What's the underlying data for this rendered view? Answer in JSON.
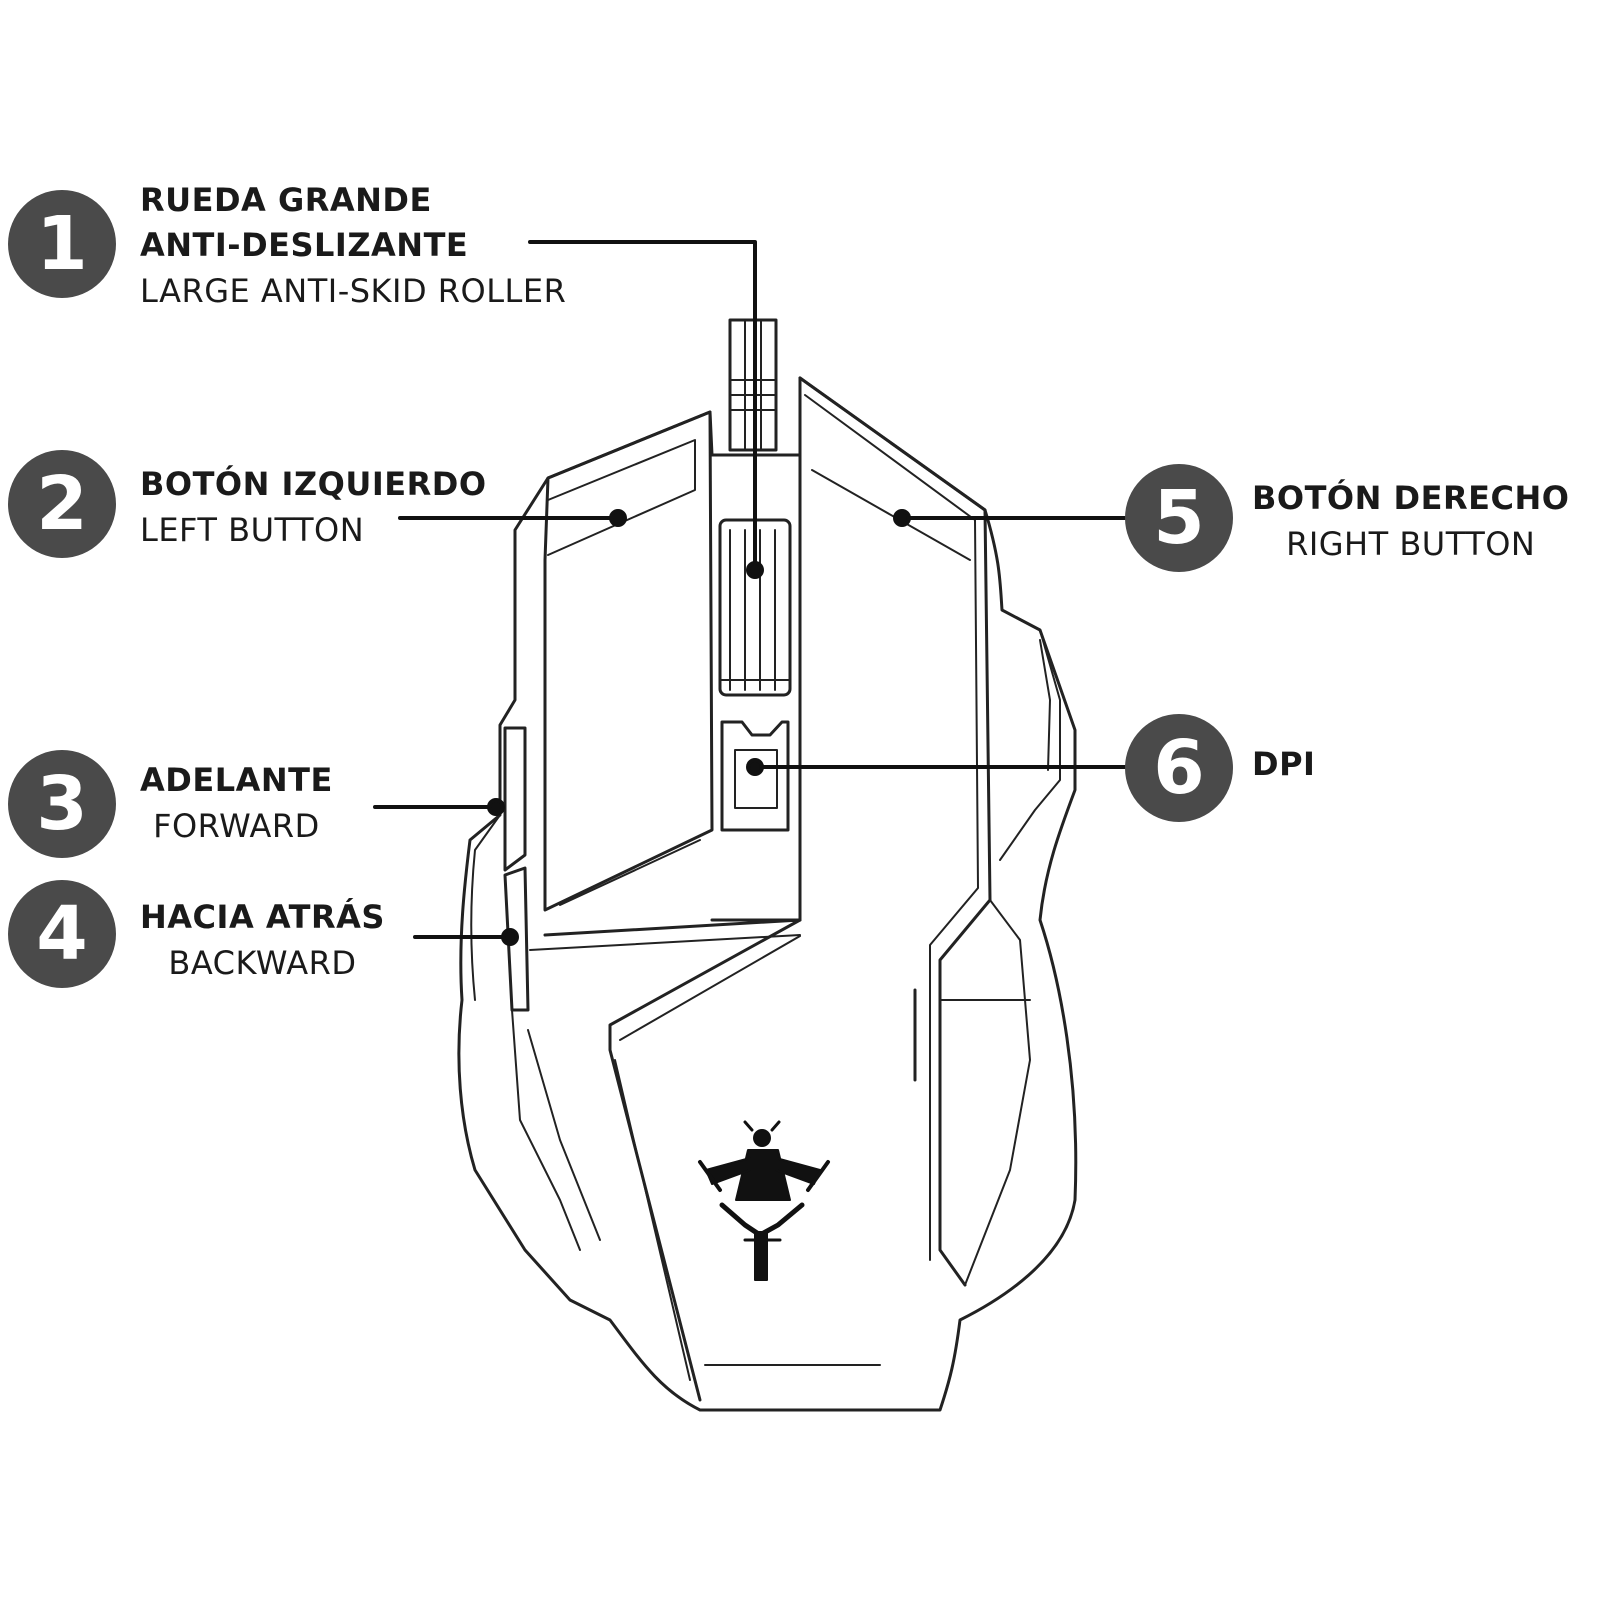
{
  "callouts": [
    {
      "number": "1",
      "es": "RUEDA GRANDE",
      "es2": "ANTI-DESLIZANTE",
      "en": "LARGE ANTI-SKID ROLLER"
    },
    {
      "number": "2",
      "es": "BOTÓN IZQUIERDO",
      "en": "LEFT BUTTON"
    },
    {
      "number": "3",
      "es": "ADELANTE",
      "en": "FORWARD"
    },
    {
      "number": "4",
      "es": "HACIA ATRÁS",
      "en": "BACKWARD"
    },
    {
      "number": "5",
      "es": "BOTÓN DERECHO",
      "en": "RIGHT BUTTON"
    },
    {
      "number": "6",
      "es": "DPI"
    }
  ],
  "colors": {
    "badge": "#4a4a4a",
    "line": "#111111",
    "text": "#1a1a1a"
  },
  "logo_icon": "samurai-emblem-icon"
}
